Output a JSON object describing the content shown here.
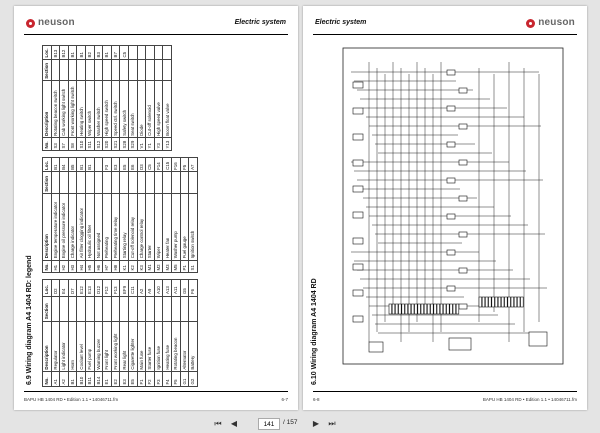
{
  "brand": "neuson",
  "left_page": {
    "section_title": "6.9   Wiring diagram A4 1404 RD: legend",
    "footer_left": "BAPU HB 1404 RD • Edition 1.1 • 14046711.fm",
    "footer_right": "6-7",
    "table1": {
      "headers": [
        "No.",
        "Description",
        "Section",
        "Loc."
      ],
      "rows": [
        [
          "A1",
          "Regulator",
          "",
          "D2"
        ],
        [
          "A2",
          "Light indicator",
          "",
          "E4"
        ],
        [
          "B1",
          "Horn",
          "",
          "D7"
        ],
        [
          "B10",
          "Coolant level",
          "",
          "E12"
        ],
        [
          "B11",
          "Fuel pump",
          "",
          "E13"
        ],
        [
          "B14",
          "Warning buzzer",
          "",
          "D12"
        ],
        [
          "E1",
          "Front light",
          "",
          "F12"
        ],
        [
          "E2",
          "Front working light",
          "",
          "F13"
        ],
        [
          "E3",
          "Rear light",
          "",
          "EF9"
        ],
        [
          "E5",
          "Cigarette lighter",
          "",
          "C11"
        ],
        [
          "F1",
          "Main fuse",
          "",
          "A2"
        ],
        [
          "F2",
          "Starter fuse",
          "",
          "A9"
        ],
        [
          "F3",
          "Ignition fuse",
          "",
          "A10"
        ],
        [
          "F4",
          "Heating fuse",
          "",
          "A13"
        ],
        [
          "F5",
          "Rotating beacon",
          "",
          "A11"
        ],
        [
          "G1",
          "Alternator",
          "",
          "G5"
        ],
        [
          "G2",
          "Battery",
          "",
          "F6"
        ]
      ]
    },
    "table2": {
      "headers": [
        "No.",
        "Description",
        "Section",
        "Loc."
      ],
      "rows": [
        [
          "H1",
          "Engine temperature indicator",
          "",
          "B1"
        ],
        [
          "H2",
          "Engine oil pressure indicator",
          "",
          "B4"
        ],
        [
          "H3",
          "Charge indicator",
          "",
          "B5"
        ],
        [
          "H4",
          "Air filter clogging indicator",
          "",
          "B1"
        ],
        [
          "H5",
          "Hydraulic oil filter",
          "",
          "B1"
        ],
        [
          "H6",
          "Not assigned",
          "",
          ""
        ],
        [
          "H7",
          "Preheating",
          "",
          "F3"
        ],
        [
          "H8",
          "Preheating time relay",
          "",
          "E3"
        ],
        [
          "K1",
          "Starting relay",
          "",
          "E5"
        ],
        [
          "K2",
          "Cut-off solenoid relay",
          "",
          "E6"
        ],
        [
          "K3",
          "Charge control relay",
          "",
          "D3"
        ],
        [
          "M1",
          "Starter",
          "",
          "C5"
        ],
        [
          "M2",
          "Wiper",
          "",
          "F14"
        ],
        [
          "M3",
          "Heater fan",
          "",
          "C15"
        ],
        [
          "M5",
          "Washer pump",
          "",
          "F16"
        ],
        [
          "P1",
          "Fuel gauge",
          "",
          "F5"
        ],
        [
          "S1",
          "Ignition switch",
          "",
          "A7"
        ]
      ]
    },
    "table3": {
      "headers": [
        "No.",
        "Description",
        "Section",
        "Loc."
      ],
      "rows": [
        [
          "S3",
          "Rotating beacon switch",
          "",
          "B13"
        ],
        [
          "S7",
          "Cab working light switch",
          "",
          "B12"
        ],
        [
          "S8",
          "Front working light switch",
          "",
          "B1"
        ],
        [
          "S10",
          "Heating switch",
          "",
          "B1"
        ],
        [
          "S11",
          "Wiper switch",
          "",
          "B2"
        ],
        [
          "S12",
          "Washer switch",
          "",
          "B3"
        ],
        [
          "S20",
          "High speed switch",
          "",
          "B1"
        ],
        [
          "S21",
          "Speed ctrl. switch",
          "",
          "B7"
        ],
        [
          "S28",
          "Safety switch",
          "",
          "C5"
        ],
        [
          "S29",
          "Seat switch",
          "",
          ""
        ],
        [
          "V1",
          "Diode",
          "",
          ""
        ],
        [
          "Y1",
          "Cut-off solenoid",
          "",
          ""
        ],
        [
          "Y3",
          "High speed valve",
          "",
          ""
        ],
        [
          "Y13",
          "Boom float valve",
          "",
          ""
        ]
      ]
    }
  },
  "right_page": {
    "section_title": "6.10   Wiring diagram A4 1404 RD",
    "header_title": "Electric system",
    "footer_left": "6-8",
    "footer_right": "BAPU HB 1404 RD • Edition 1.1 • 14046711.fm"
  },
  "left_header_title": "Electric system",
  "toolbar": {
    "current_page": "141",
    "total_pages": "/ 157"
  },
  "colors": {
    "brand_red": "#c8262f",
    "viewer_bg": "#e4e4e4"
  }
}
